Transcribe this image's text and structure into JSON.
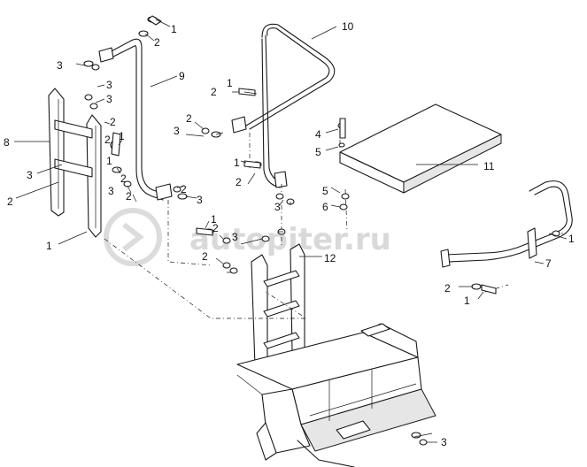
{
  "watermark": {
    "text": "autopiter.ru"
  },
  "callouts": [
    {
      "id": "c1",
      "text": "1"
    },
    {
      "id": "c2",
      "text": "2"
    },
    {
      "id": "c3",
      "text": "3"
    },
    {
      "id": "c4",
      "text": "3"
    },
    {
      "id": "c5",
      "text": "9"
    },
    {
      "id": "c6",
      "text": "3"
    },
    {
      "id": "c7",
      "text": "2"
    },
    {
      "id": "c8",
      "text": "8"
    },
    {
      "id": "c9",
      "text": "2"
    },
    {
      "id": "c10",
      "text": "1"
    },
    {
      "id": "c11",
      "text": "3"
    },
    {
      "id": "c12",
      "text": "2"
    },
    {
      "id": "c13",
      "text": "1"
    },
    {
      "id": "c14",
      "text": "2"
    },
    {
      "id": "c15",
      "text": "3"
    },
    {
      "id": "c16",
      "text": "10"
    },
    {
      "id": "c17",
      "text": "1"
    },
    {
      "id": "c18",
      "text": "2"
    },
    {
      "id": "c19",
      "text": "3"
    },
    {
      "id": "c20",
      "text": "2"
    },
    {
      "id": "c21",
      "text": "4"
    },
    {
      "id": "c22",
      "text": "5"
    },
    {
      "id": "c23",
      "text": "11"
    },
    {
      "id": "c24",
      "text": "1"
    },
    {
      "id": "c25",
      "text": "2"
    },
    {
      "id": "c26",
      "text": "2"
    },
    {
      "id": "c27",
      "text": "3"
    },
    {
      "id": "c28",
      "text": "5"
    },
    {
      "id": "c29",
      "text": "6"
    },
    {
      "id": "c30",
      "text": "1"
    },
    {
      "id": "c31",
      "text": "3"
    },
    {
      "id": "c32",
      "text": "2"
    },
    {
      "id": "c33",
      "text": "2"
    },
    {
      "id": "c34",
      "text": "3"
    },
    {
      "id": "c35",
      "text": "12"
    },
    {
      "id": "c36",
      "text": "1"
    },
    {
      "id": "c37",
      "text": "7"
    },
    {
      "id": "c38",
      "text": "2"
    },
    {
      "id": "c39",
      "text": "1"
    },
    {
      "id": "c40",
      "text": "2"
    },
    {
      "id": "c41",
      "text": "3"
    },
    {
      "id": "c42",
      "text": "1"
    }
  ]
}
